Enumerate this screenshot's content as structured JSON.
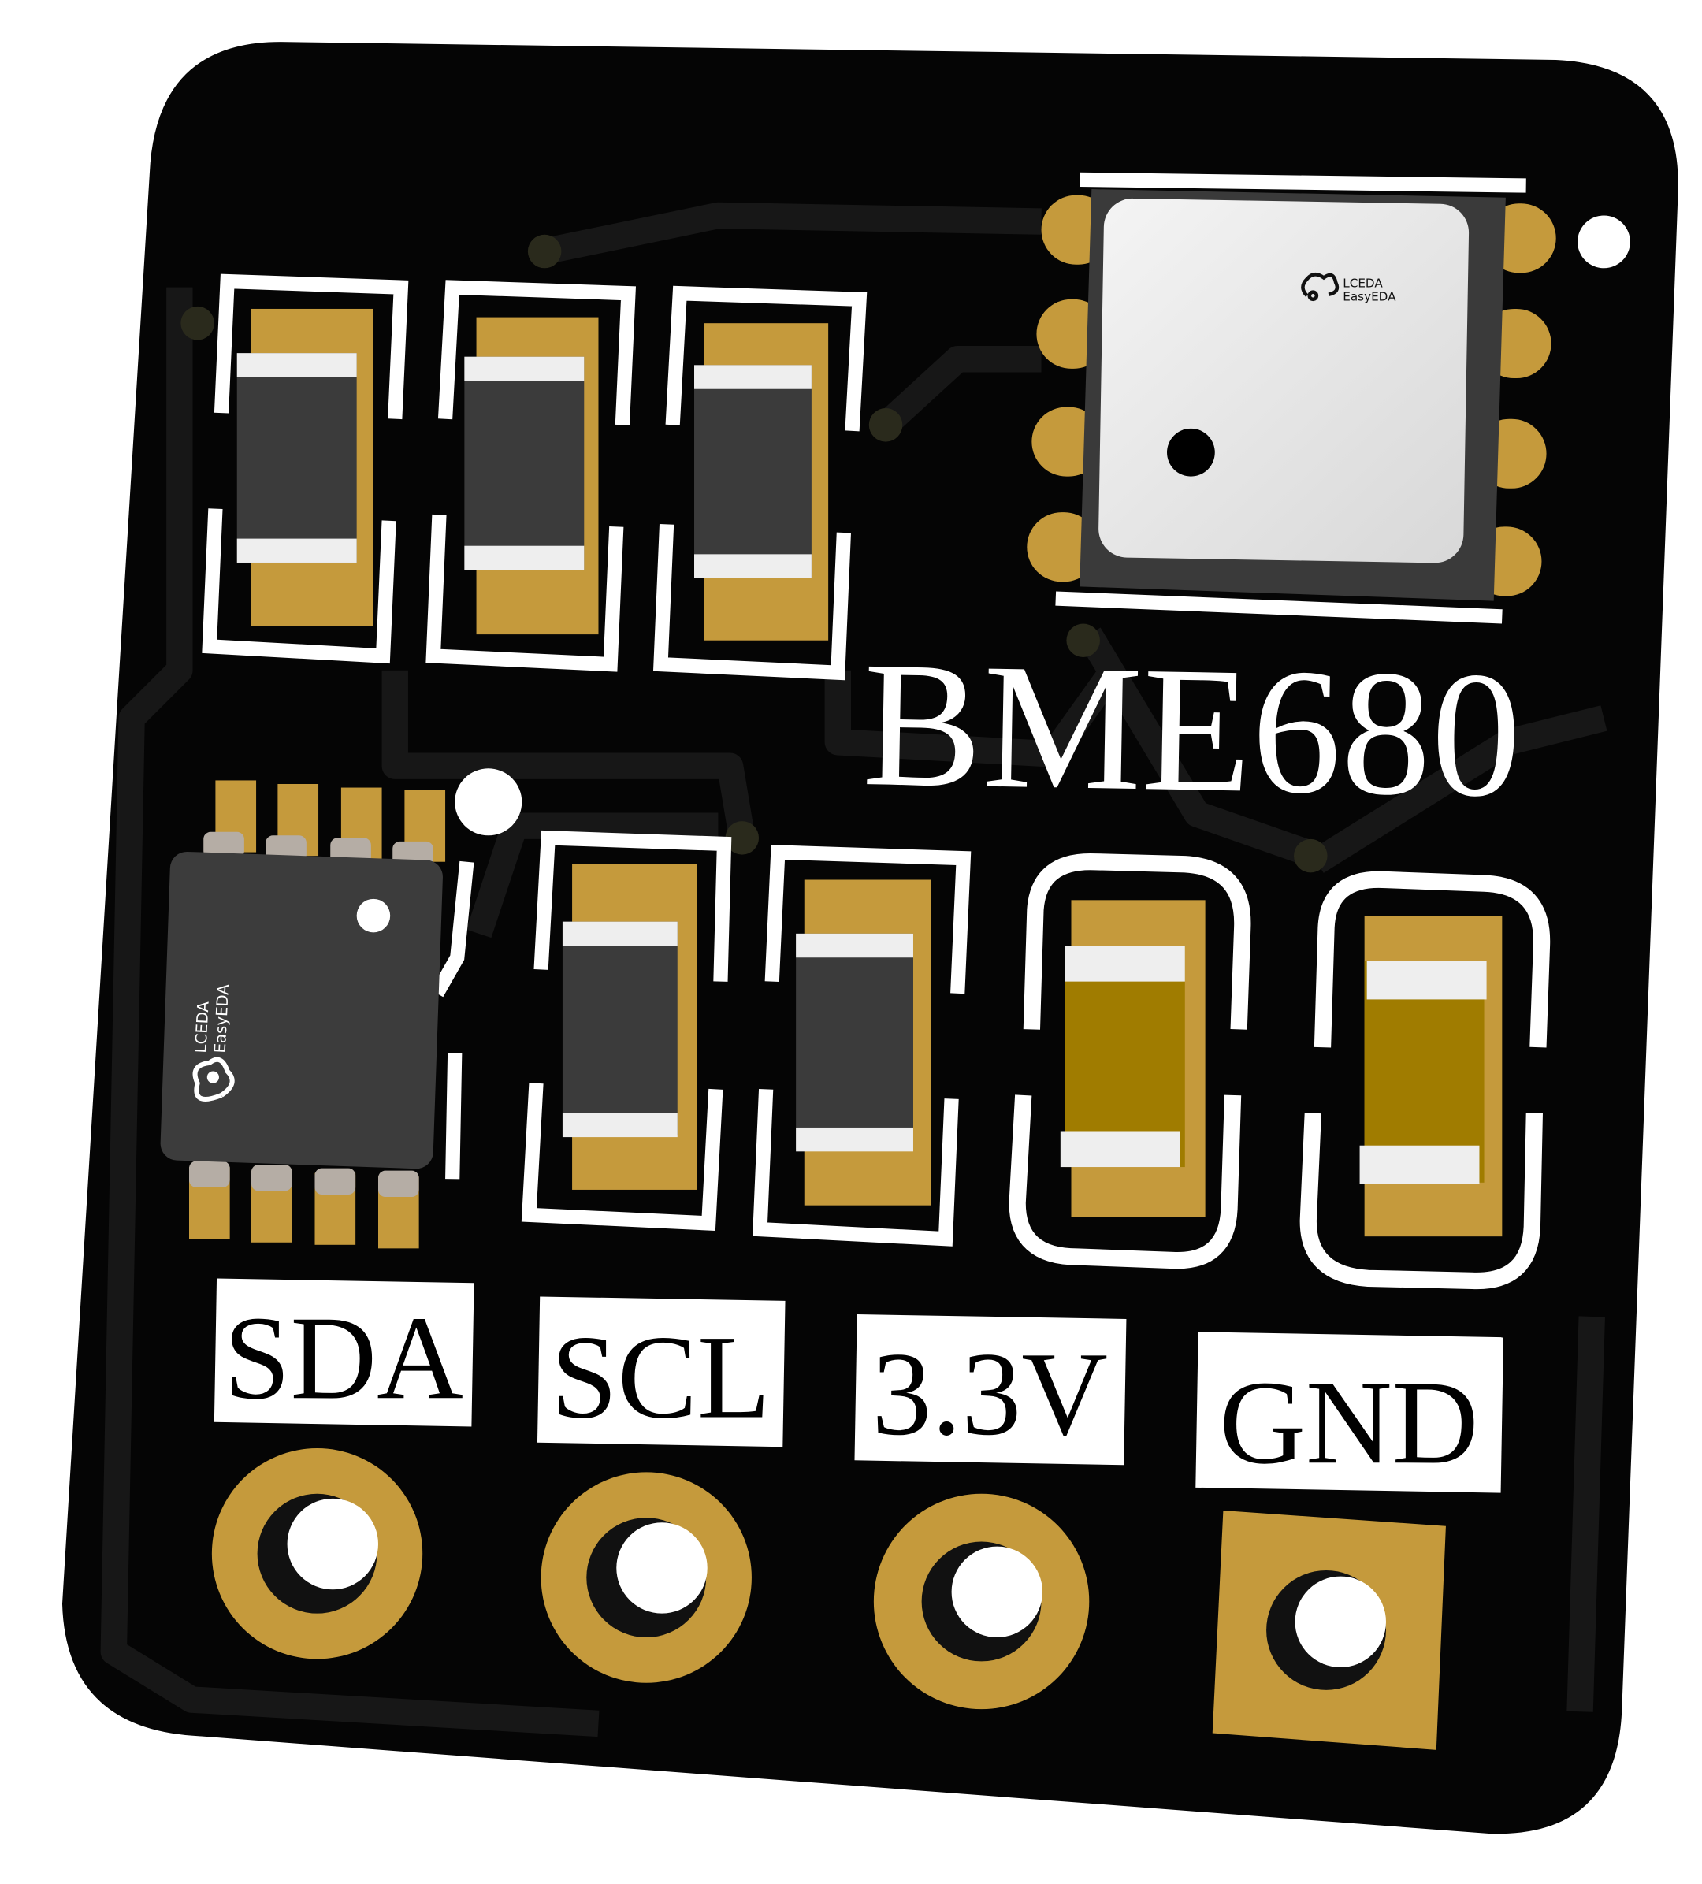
{
  "board": {
    "title": "BME680",
    "logo_line1": "LCEDA",
    "logo_line2": "EasyEDA",
    "pins": [
      {
        "label": "SDA",
        "pad": "round"
      },
      {
        "label": "SCL",
        "pad": "round"
      },
      {
        "label": "3.3V",
        "pad": "round"
      },
      {
        "label": "GND",
        "pad": "square"
      }
    ]
  },
  "colors": {
    "board": "#050505",
    "trace": "#161616",
    "copper": "#c59a3c",
    "silkscreen": "#ffffff",
    "component_body": "#3b3b3b",
    "capacitor": "#a07c00",
    "sensor_cap": "#e8e8e8"
  }
}
